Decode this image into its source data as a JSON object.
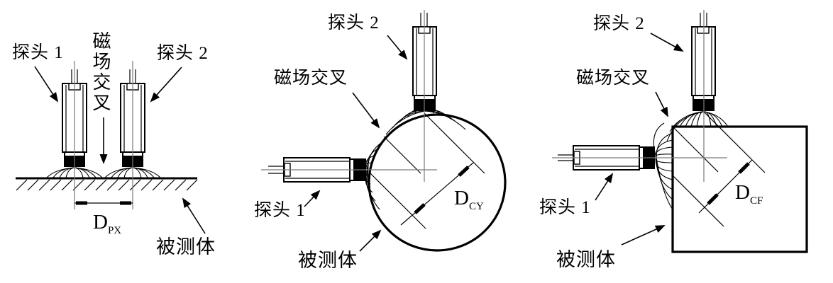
{
  "colors": {
    "ink": "#000000",
    "centerline": "#7a7a7a",
    "background": "#ffffff"
  },
  "panels": {
    "left": {
      "probe1_label": "探头 1",
      "probe2_label": "探头 2",
      "field_label": "磁场交叉",
      "object_label": "被测体",
      "dim_base": "D",
      "dim_sub": "PX"
    },
    "middle": {
      "probe1_label": "探头 1",
      "probe2_label": "探头 2",
      "field_label": "磁场交叉",
      "object_label": "被测体",
      "dim_base": "D",
      "dim_sub": "CY"
    },
    "right": {
      "probe1_label": "探头 1",
      "probe2_label": "探头 2",
      "field_label": "磁场交叉",
      "object_label": "被测体",
      "dim_base": "D",
      "dim_sub": "CF"
    }
  }
}
